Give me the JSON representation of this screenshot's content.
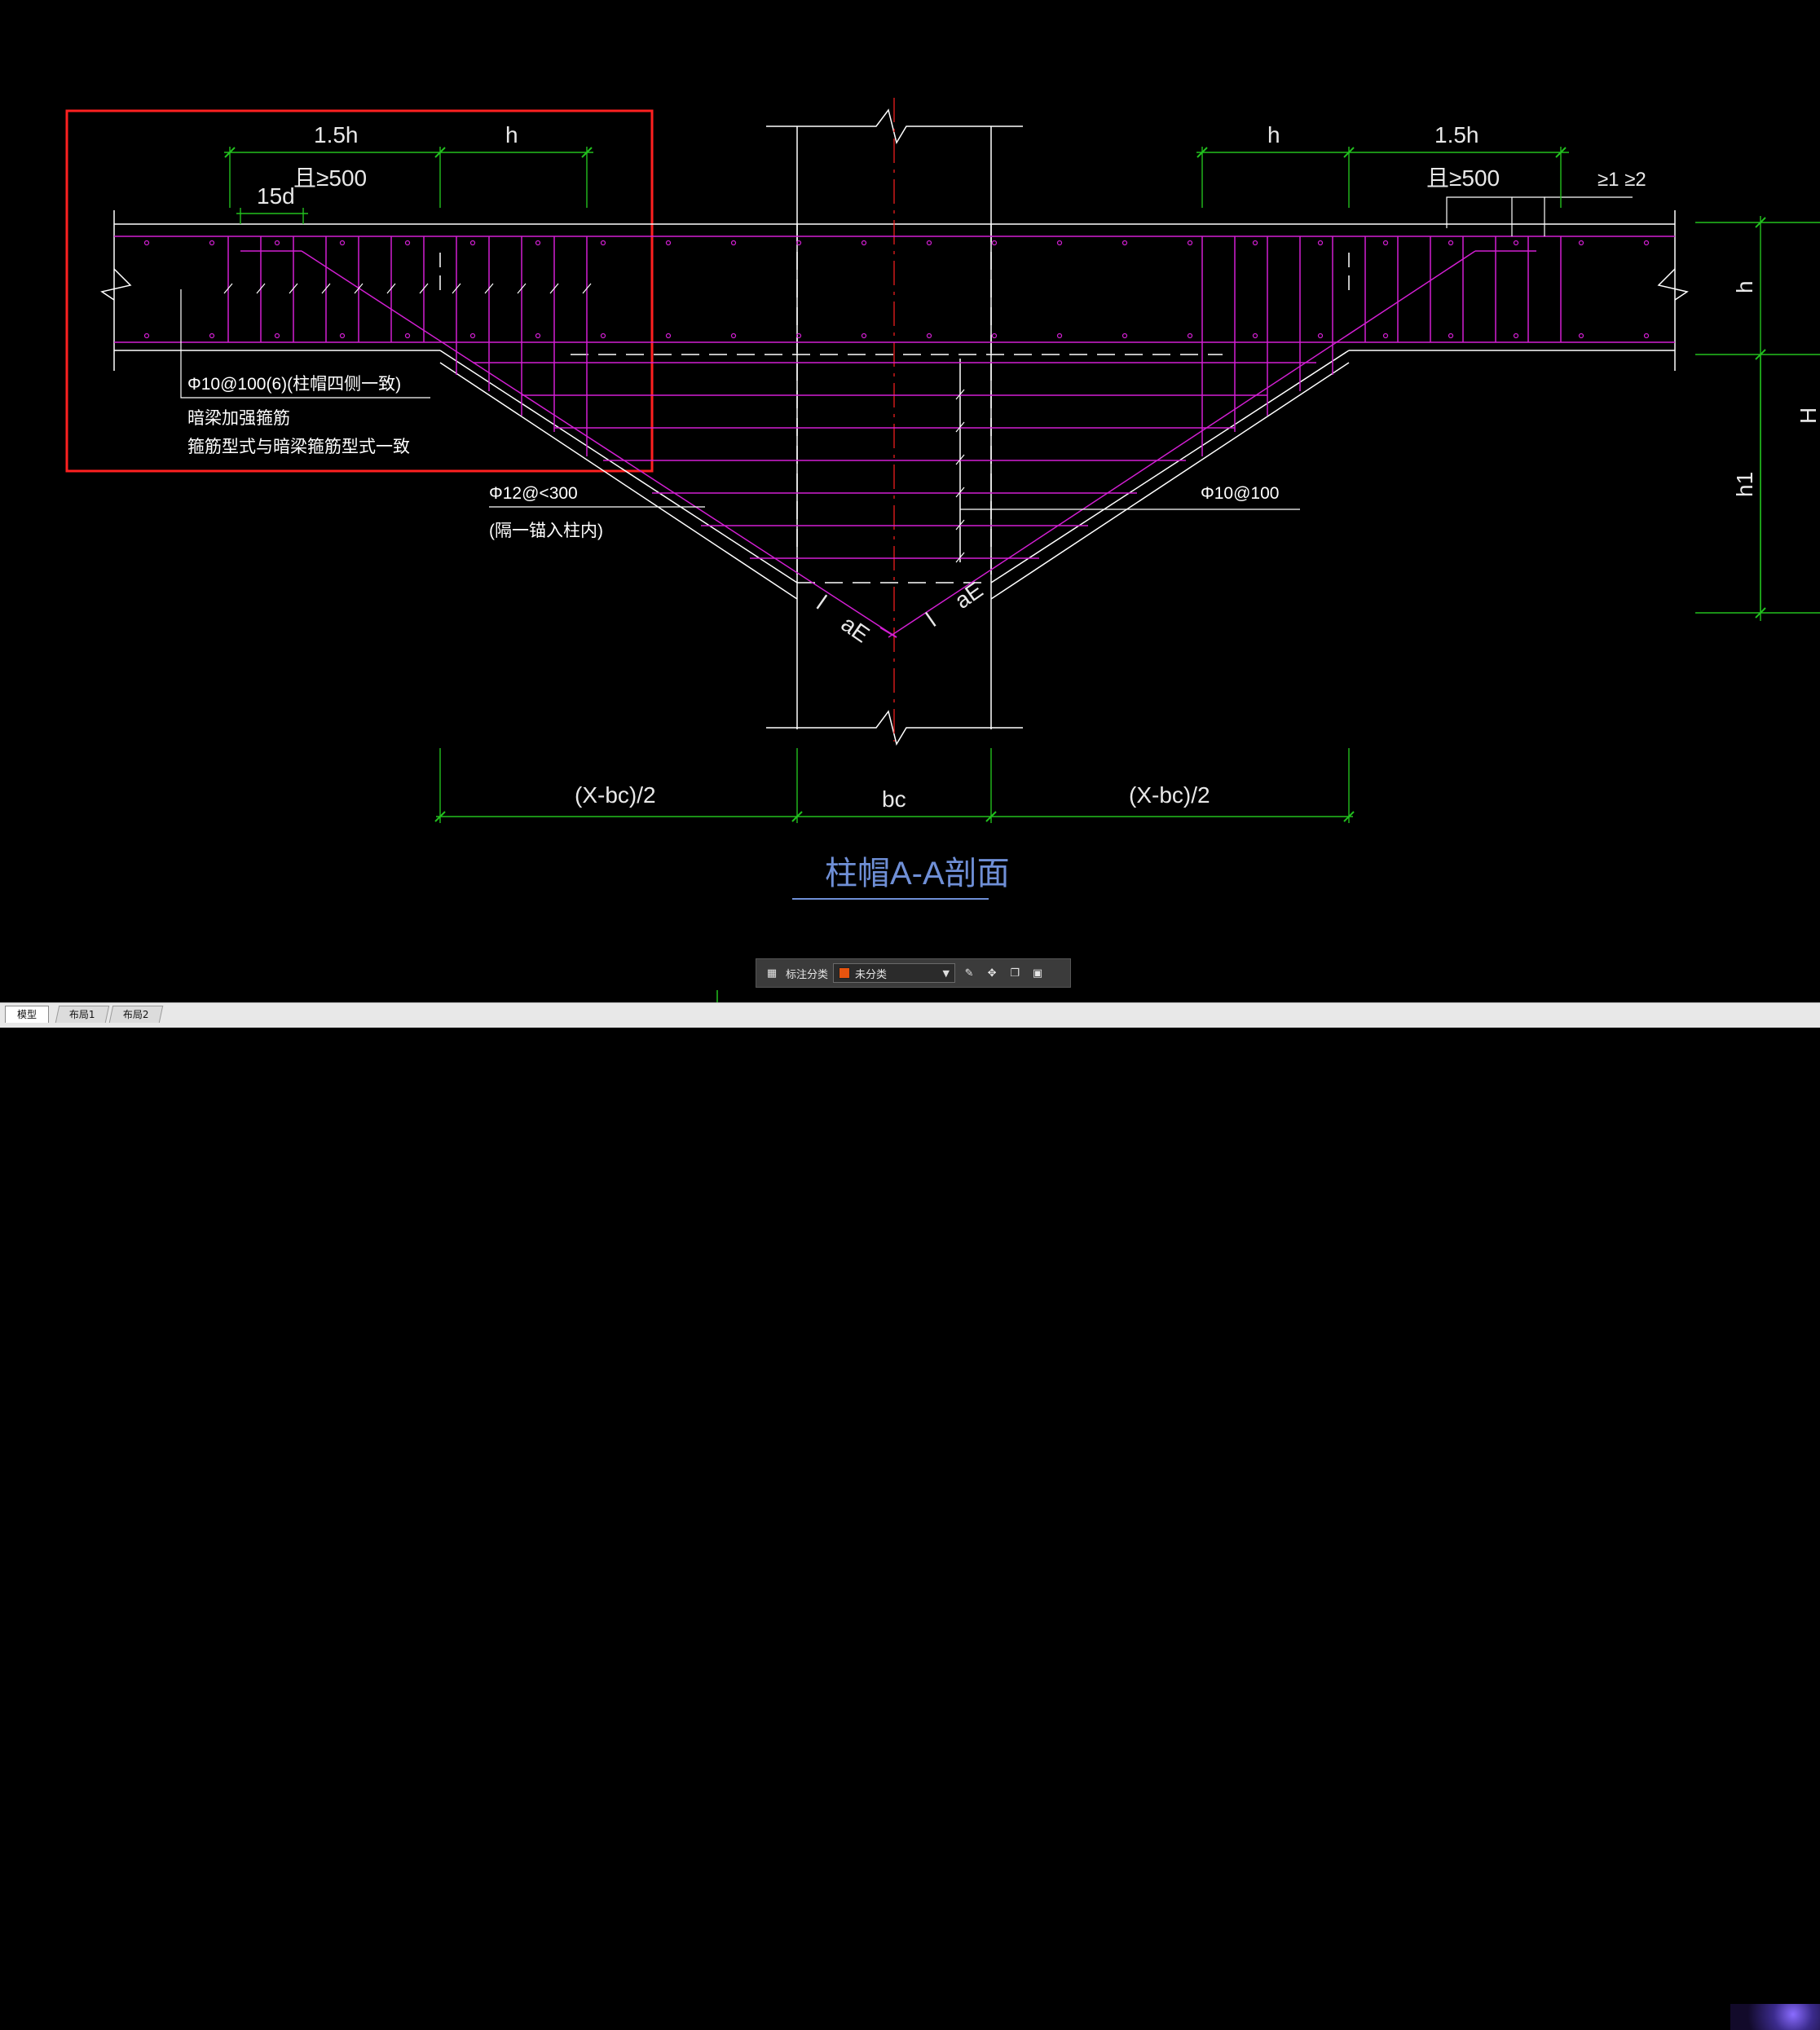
{
  "drawing": {
    "title": "柱帽A-A剖面",
    "left_note": {
      "line1": "Φ10@100(6)(柱帽四侧一致)",
      "line2": "暗梁加强箍筋",
      "line3": "箍筋型式与暗梁箍筋型式一致"
    },
    "middle_note": {
      "line1": "Φ12@<300",
      "line2": "(隔一锚入柱内)"
    },
    "right_note": "Φ10@100",
    "dims": {
      "top_left_1": "1.5h",
      "top_left_2": "h",
      "top_left_cond": "且≥500",
      "top_left_15d": "15d",
      "top_right_1": "h",
      "top_right_2": "1.5h",
      "top_right_cond": "且≥500",
      "top_right_ratio": "≥1 ≥2",
      "bottom_left": "(X-bc)/2",
      "bottom_mid": "bc",
      "bottom_right": "(X-bc)/2",
      "side_h": "h",
      "side_H": "H",
      "side_h1": "h1",
      "anchor_left": "l",
      "anchor_left2": "aE",
      "anchor_right": "l",
      "anchor_right2": "aE"
    },
    "colors": {
      "background": "#000000",
      "structure": "#ffffff",
      "rebar": "#d21fd2",
      "dimension": "#22c01e",
      "centerline": "#ff2020",
      "highlight_box": "#ff2020",
      "title": "#6f8fd6"
    }
  },
  "toolbar": {
    "label": "标注分类",
    "select_value": "未分类",
    "swatch_color": "#e8540e"
  },
  "tabs": [
    {
      "label": "模型",
      "active": true
    },
    {
      "label": "布局1",
      "active": false
    },
    {
      "label": "布局2",
      "active": false
    }
  ]
}
